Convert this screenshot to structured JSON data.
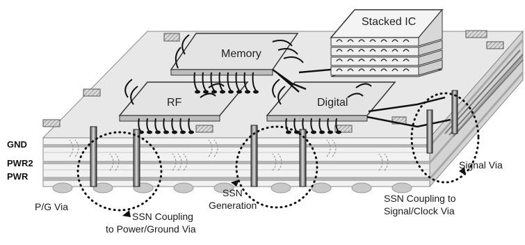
{
  "layers": [
    "GND",
    "PWR2",
    "PWR"
  ],
  "chips": {
    "stacked_ic": "Stacked IC",
    "memory": "Memory",
    "rf": "RF",
    "digital": "Digital"
  },
  "annotations": {
    "signal_via": "Signal Via",
    "ssn_generation_1": "SSN",
    "ssn_generation_2": "Generation",
    "pg_via": "P/G Via",
    "ssn_coupling_pg_1": "SSN Coupling",
    "ssn_coupling_pg_2": "to Power/Ground Via",
    "ssn_coupling_sig_1": "SSN Coupling to",
    "ssn_coupling_sig_2": "Signal/Clock Via"
  },
  "colors": {
    "board_top": "#e6e6e6",
    "board_side": "#cfcfcf",
    "chip": "#e9e9e9",
    "trace": "#111111",
    "pad": "#9a9a9a"
  }
}
